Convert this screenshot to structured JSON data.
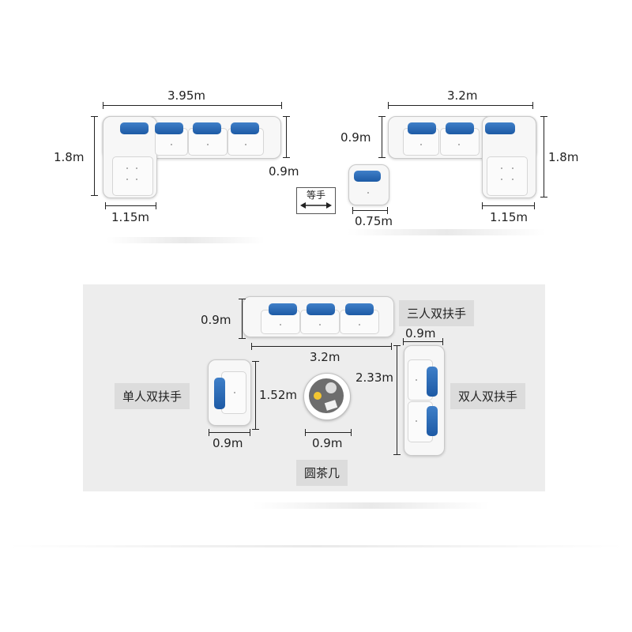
{
  "top_left": {
    "width_label": "3.95m",
    "depth_label": "1.8m",
    "arm_depth_label": "0.9m",
    "chaise_width_label": "1.15m"
  },
  "swap_button": {
    "label": "等手"
  },
  "top_right": {
    "width_label": "3.2m",
    "depth_label": "0.9m",
    "total_depth_label": "1.8m",
    "ottoman_width_label": "0.75m",
    "chaise_width_label": "1.15m"
  },
  "plan": {
    "three_seat": {
      "name": "三人双扶手",
      "depth_label": "0.9m",
      "width_label": "3.2m"
    },
    "single": {
      "name": "单人双扶手",
      "width_label": "0.9m"
    },
    "double": {
      "name": "双人双扶手",
      "depth_label": "0.9m",
      "length_label": "2.33m"
    },
    "table": {
      "name": "圆茶几",
      "diameter_label": "0.9m"
    },
    "gap_label": "1.52m"
  },
  "colors": {
    "pillow": "#2a69b5",
    "panel_bg": "#ededed",
    "label_bg": "#dcdcdc"
  }
}
